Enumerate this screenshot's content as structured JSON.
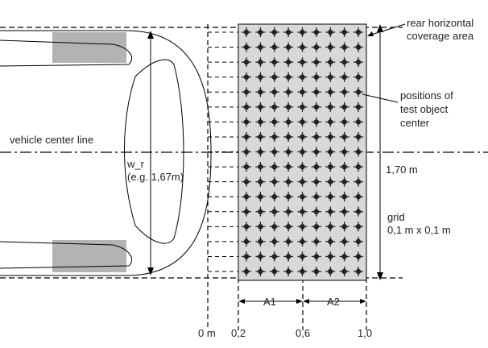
{
  "labels": {
    "rear_area_line1": "rear horizontal",
    "rear_area_line2": "coverage area",
    "positions_line1": "positions of",
    "positions_line2": "test object",
    "positions_line3": "center",
    "center_line": "vehicle center line",
    "width_line1": "w_r",
    "width_line2": "(e.g. 1,67m)",
    "height_value": "1,70 m",
    "grid_line1": "grid",
    "grid_line2": "0,1 m x 0,1 m",
    "zone_a1": "A1",
    "zone_a2": "A2",
    "tick_0": "0 m",
    "tick_1": "0,2",
    "tick_2": "0,6",
    "tick_3": "1,0"
  },
  "grid": {
    "columns": 9,
    "rows": 17
  },
  "colors": {
    "coverage_fill": "#d8d8d8",
    "wheel_fill": "#b3b3b3",
    "point_fill": "#222222",
    "line": "#000000"
  }
}
